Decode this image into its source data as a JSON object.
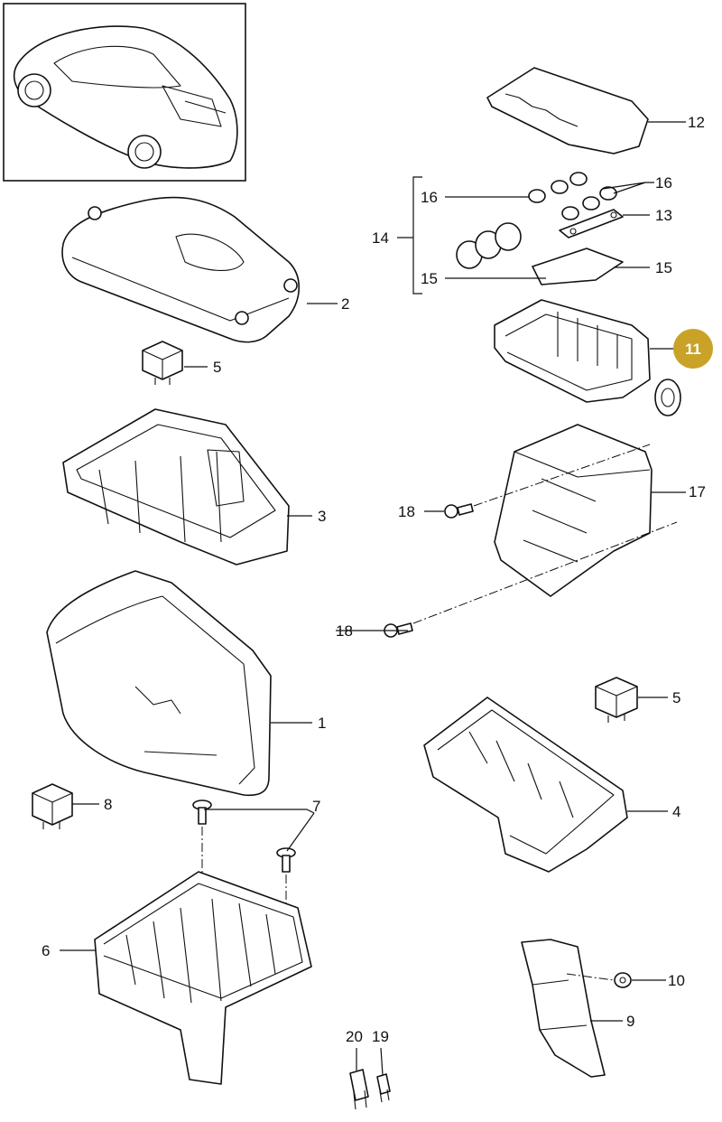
{
  "colors": {
    "line": "#111111",
    "background": "#ffffff",
    "highlight": "#c9a227",
    "highlight_text": "#ffffff"
  },
  "callouts": {
    "c1": "1",
    "c2": "2",
    "c3": "3",
    "c4": "4",
    "c5a": "5",
    "c5b": "5",
    "c6": "6",
    "c7": "7",
    "c8": "8",
    "c9": "9",
    "c10": "10",
    "c11": "11",
    "c12": "12",
    "c13": "13",
    "c14": "14",
    "c15a": "15",
    "c15b": "15",
    "c16a": "16",
    "c16b": "16",
    "c17": "17",
    "c18a": "18",
    "c18b": "18",
    "c19": "19",
    "c20": "20"
  },
  "highlighted_part": "11"
}
